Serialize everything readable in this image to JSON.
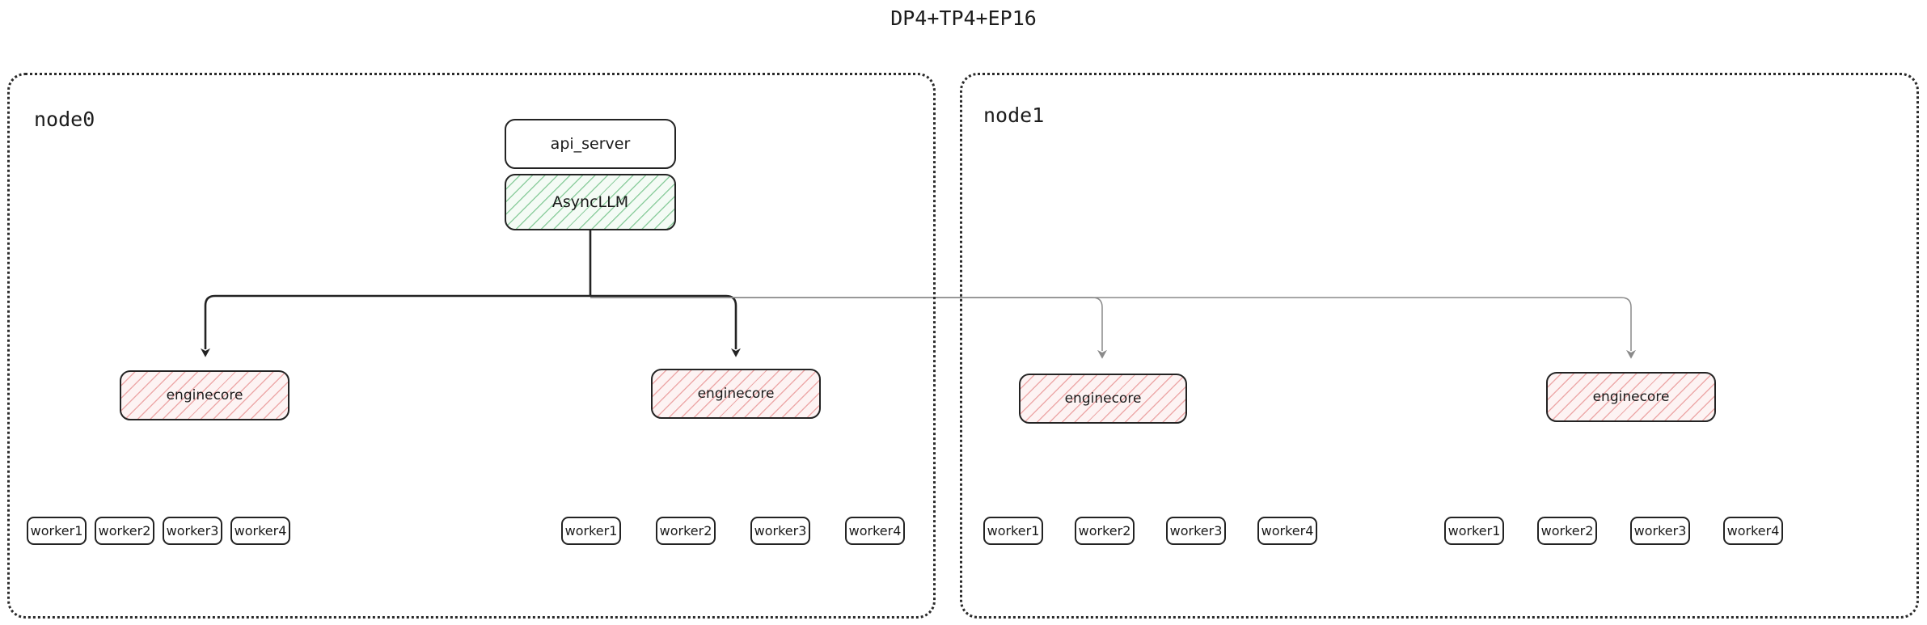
{
  "title": "DP4+TP4+EP16",
  "clusters": [
    {
      "id": "node0",
      "label": "node0"
    },
    {
      "id": "node1",
      "label": "node1"
    }
  ],
  "frontend": {
    "api_server": "api_server",
    "async_llm": "AsyncLLM"
  },
  "engines": [
    {
      "id": "ec0",
      "label": "enginecore",
      "cluster": "node0"
    },
    {
      "id": "ec1",
      "label": "enginecore",
      "cluster": "node0"
    },
    {
      "id": "ec2",
      "label": "enginecore",
      "cluster": "node1"
    },
    {
      "id": "ec3",
      "label": "enginecore",
      "cluster": "node1"
    }
  ],
  "worker_groups": [
    {
      "engine": "ec0",
      "workers": [
        "worker1",
        "worker2",
        "worker3",
        "worker4"
      ]
    },
    {
      "engine": "ec1",
      "workers": [
        "worker1",
        "worker2",
        "worker3",
        "worker4"
      ]
    },
    {
      "engine": "ec2",
      "workers": [
        "worker1",
        "worker2",
        "worker3",
        "worker4"
      ]
    },
    {
      "engine": "ec3",
      "workers": [
        "worker1",
        "worker2",
        "worker3",
        "worker4"
      ]
    }
  ],
  "colors": {
    "stroke_dark": "#232323",
    "stroke_light": "#8a8a8a",
    "hatch_green": "#3caa5a",
    "hatch_red": "#e27878",
    "text": "#1a1a1a",
    "background": "#ffffff"
  },
  "edges": [
    {
      "from": "AsyncLLM",
      "to": "ec0",
      "weight": "strong"
    },
    {
      "from": "AsyncLLM",
      "to": "ec1",
      "weight": "strong"
    },
    {
      "from": "AsyncLLM",
      "to": "ec2",
      "weight": "light"
    },
    {
      "from": "AsyncLLM",
      "to": "ec3",
      "weight": "light"
    }
  ]
}
